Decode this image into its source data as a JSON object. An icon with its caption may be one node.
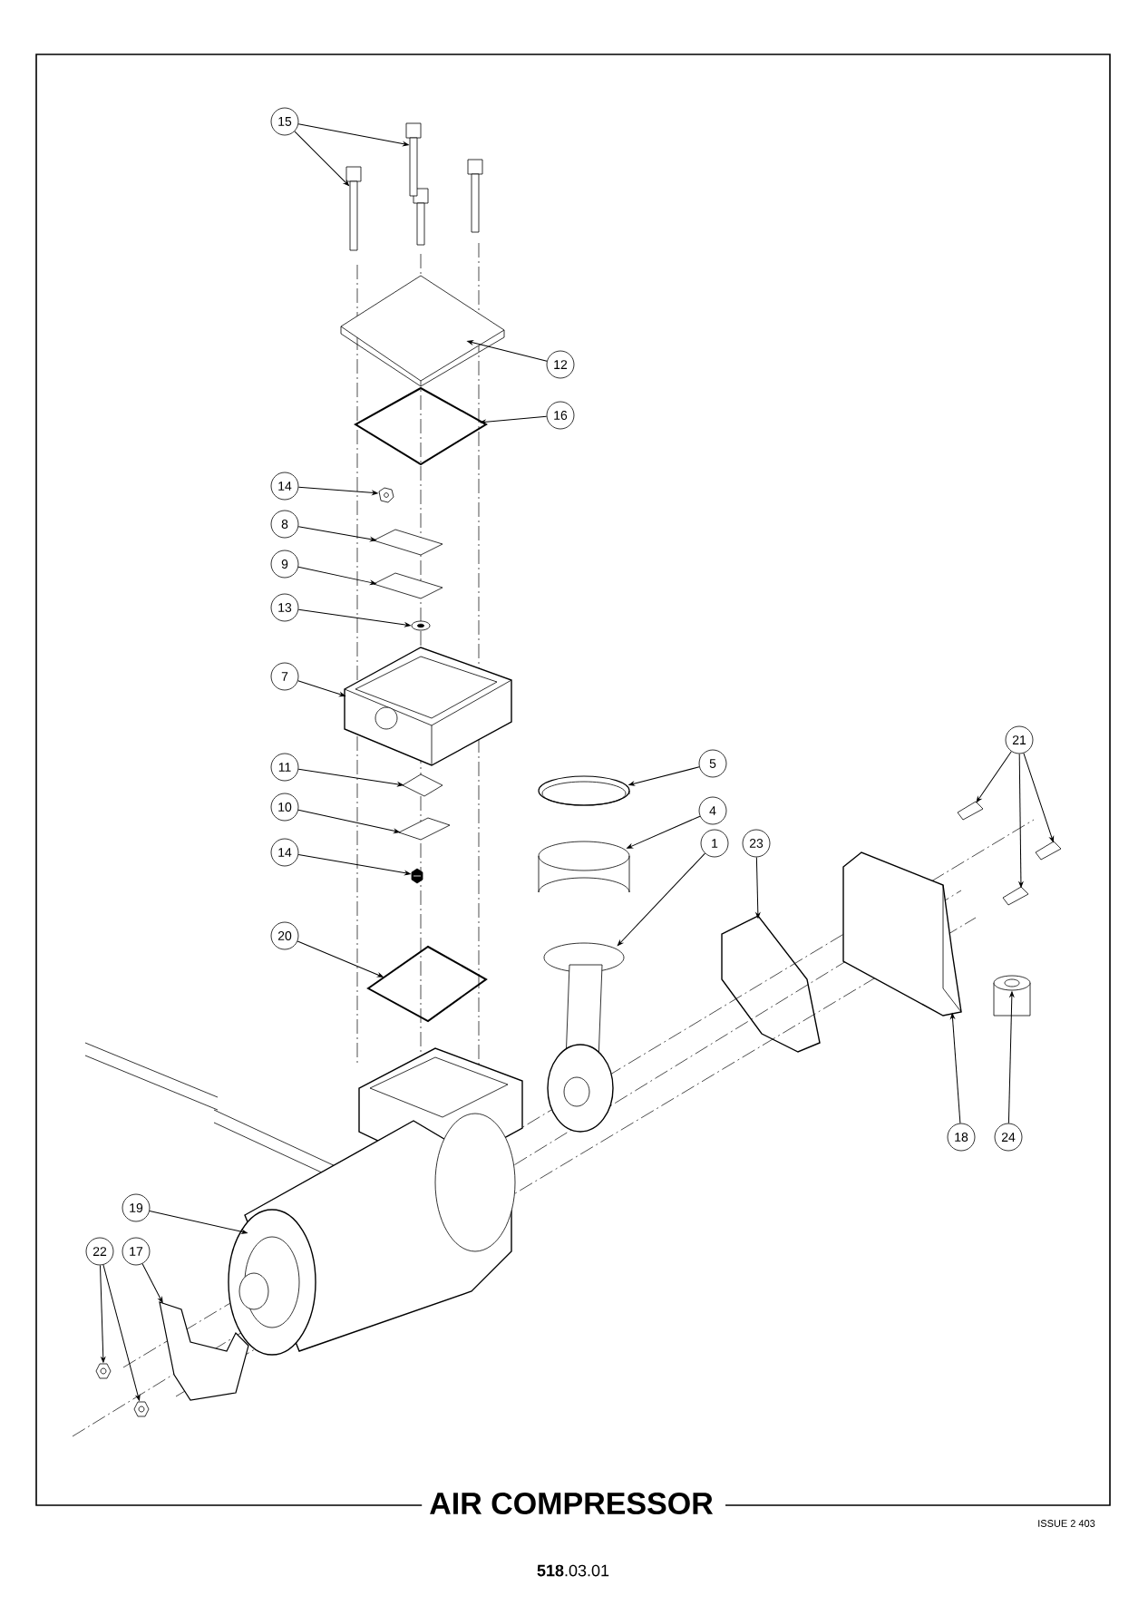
{
  "diagram": {
    "title": "AIR COMPRESSOR",
    "nodes": [
      {
        "text": [
          "15"
        ]
      },
      {
        "text": [
          "12"
        ]
      },
      {
        "text": [
          "16"
        ]
      },
      {
        "text": [
          "14"
        ]
      },
      {
        "text": [
          "8"
        ]
      },
      {
        "text": [
          "9"
        ]
      },
      {
        "text": [
          "13"
        ]
      },
      {
        "text": [
          "7"
        ]
      },
      {
        "text": [
          "11"
        ]
      },
      {
        "text": [
          "10"
        ]
      },
      {
        "text": [
          "14"
        ]
      },
      {
        "text": [
          "20"
        ]
      },
      {
        "text": [
          "5"
        ]
      },
      {
        "text": [
          "4"
        ]
      },
      {
        "text": [
          "1"
        ]
      },
      {
        "text": [
          "23"
        ]
      },
      {
        "text": [
          "21"
        ]
      },
      {
        "text": [
          "18"
        ]
      },
      {
        "text": [
          "24"
        ]
      },
      {
        "text": [
          "19"
        ]
      },
      {
        "text": [
          "22"
        ]
      },
      {
        "text": [
          "17"
        ]
      },
      {
        "text": [],
        "shape": "picture"
      },
      {
        "text": [],
        "shape": "picture"
      },
      {
        "text": [],
        "shape": "picture"
      },
      {
        "text": [],
        "shape": "picture"
      },
      {
        "text": [],
        "shape": "picture"
      },
      {
        "text": [],
        "shape": "picture"
      },
      {
        "text": [],
        "shape": "picture"
      },
      {
        "text": [],
        "shape": "picture"
      },
      {
        "text": [],
        "shape": "picture"
      },
      {
        "text": [],
        "shape": "picture"
      },
      {
        "text": [],
        "shape": "picture"
      },
      {
        "text": [],
        "shape": "picture"
      },
      {
        "text": [],
        "shape": "picture"
      },
      {
        "text": [],
        "shape": "picture"
      },
      {
        "text": [],
        "shape": "picture"
      },
      {
        "text": [],
        "shape": "picture"
      },
      {
        "text": [],
        "shape": "picture"
      },
      {
        "text": [],
        "shape": "picture"
      },
      {
        "text": [],
        "shape": "picture"
      },
      {
        "text": [],
        "shape": "picture"
      },
      {
        "text": [],
        "shape": "picture"
      },
      {
        "text": [],
        "shape": "picture"
      },
      {
        "text": [],
        "shape": "picture"
      },
      {
        "text": [],
        "shape": "picture"
      },
      {
        "text": [],
        "shape": "picture"
      },
      {
        "text": [],
        "shape": "picture"
      }
    ],
    "edges": [
      {
        "from": 0,
        "to": 22,
        "arrow": "to"
      },
      {
        "from": 0,
        "to": 23,
        "arrow": "to"
      },
      {
        "from": 1,
        "to": 24,
        "arrow": "to"
      },
      {
        "from": 2,
        "to": 25,
        "arrow": "to"
      },
      {
        "from": 3,
        "to": 26,
        "arrow": "to"
      },
      {
        "from": 4,
        "to": 27,
        "arrow": "to"
      },
      {
        "from": 5,
        "to": 28,
        "arrow": "to"
      },
      {
        "from": 6,
        "to": 29,
        "arrow": "to"
      },
      {
        "from": 7,
        "to": 30,
        "arrow": "to"
      },
      {
        "from": 8,
        "to": 31,
        "arrow": "to"
      },
      {
        "from": 9,
        "to": 32,
        "arrow": "to"
      },
      {
        "from": 10,
        "to": 33,
        "arrow": "to"
      },
      {
        "from": 11,
        "to": 34,
        "arrow": "to"
      },
      {
        "from": 12,
        "to": 35,
        "arrow": "to"
      },
      {
        "from": 13,
        "to": 36,
        "arrow": "to"
      },
      {
        "from": 14,
        "to": 37,
        "arrow": "to"
      },
      {
        "from": 15,
        "to": 38,
        "arrow": "to"
      },
      {
        "from": 16,
        "to": 39,
        "arrow": "to"
      },
      {
        "from": 16,
        "to": 40,
        "arrow": "to"
      },
      {
        "from": 16,
        "to": 41,
        "arrow": "to"
      },
      {
        "from": 17,
        "to": 42,
        "arrow": "to"
      },
      {
        "from": 18,
        "to": 43,
        "arrow": "to"
      },
      {
        "from": 19,
        "to": 44,
        "arrow": "to"
      },
      {
        "from": 20,
        "to": 45,
        "arrow": "to"
      },
      {
        "from": 20,
        "to": 46,
        "arrow": "to"
      },
      {
        "from": 21,
        "to": 47,
        "arrow": "to"
      }
    ],
    "labels": [
      "ISSUE 2 403",
      "**518**.03.01"
    ]
  }
}
